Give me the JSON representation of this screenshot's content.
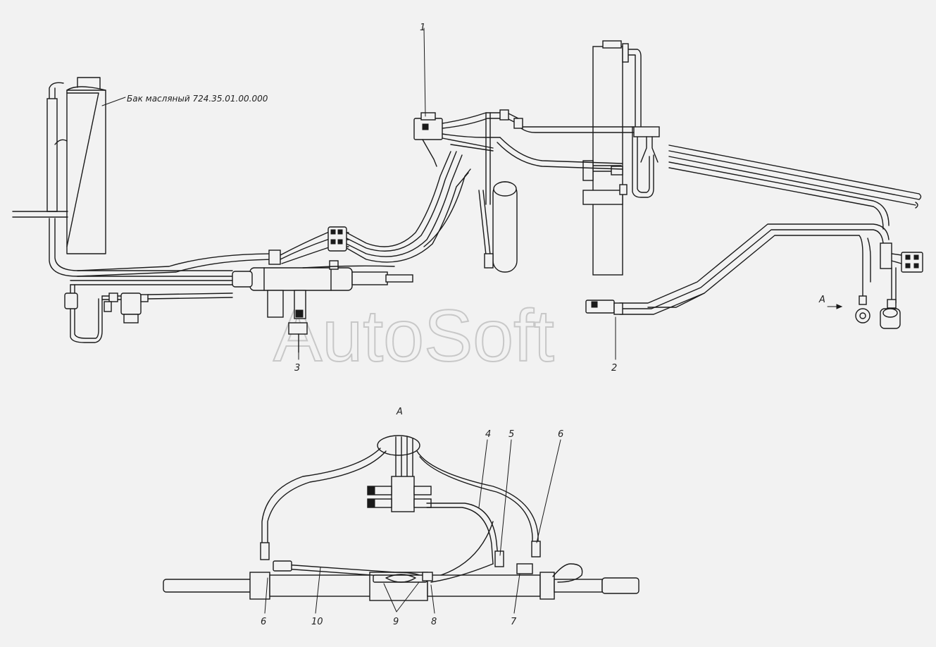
{
  "watermark": "AutoSoft",
  "view_label": "А",
  "section_label": "А",
  "tank_label": "Бак масляный 724.35.01.00.000",
  "callouts": {
    "c1": "1",
    "c2": "2",
    "c3": "3",
    "c4": "4",
    "c5": "5",
    "c6a": "6",
    "c6b": "6",
    "c7": "7",
    "c8": "8",
    "c9": "9",
    "c10": "10"
  },
  "colors": {
    "line": "#1a1a1a",
    "background": "#f2f2f2",
    "watermark": "#c8c8c8"
  }
}
